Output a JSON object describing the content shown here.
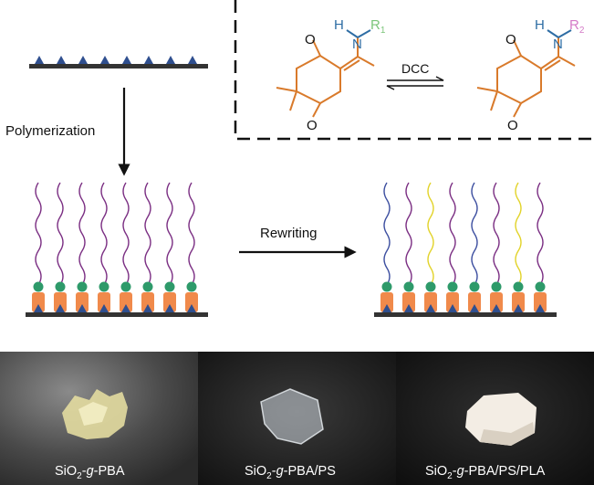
{
  "steps": {
    "polymerization": "Polymerization",
    "rewriting": "Rewriting"
  },
  "reaction": {
    "catalyst": "DCC",
    "left": {
      "h": "H",
      "n": "N",
      "r": "R",
      "r_sub": "1",
      "o_top": "O",
      "o_bottom": "O"
    },
    "right": {
      "h": "H",
      "n": "N",
      "r": "R",
      "r_sub": "2",
      "o_top": "O",
      "o_bottom": "O"
    }
  },
  "photos": [
    {
      "prefix": "SiO",
      "sub": "2",
      "dash": "-",
      "g": "g",
      "suffix": "-PBA"
    },
    {
      "prefix": "SiO",
      "sub": "2",
      "dash": "-",
      "g": "g",
      "suffix": "-PBA/PS"
    },
    {
      "prefix": "SiO",
      "sub": "2",
      "dash": "-",
      "g": "g",
      "suffix": "-PBA/PS/PLA"
    }
  ],
  "colors": {
    "substrate": "#333333",
    "triangle": "#2f4f8f",
    "linker": "#f08a4b",
    "bead": "#2e9a6a",
    "chain_purple": "#7b2f83",
    "chain_blue": "#3d4fa0",
    "chain_yellow": "#e2d32a",
    "amine_n": "#2e6da4",
    "r1": "#7cc57a",
    "r2": "#d47ac7",
    "carbon": "#d97a2b"
  }
}
